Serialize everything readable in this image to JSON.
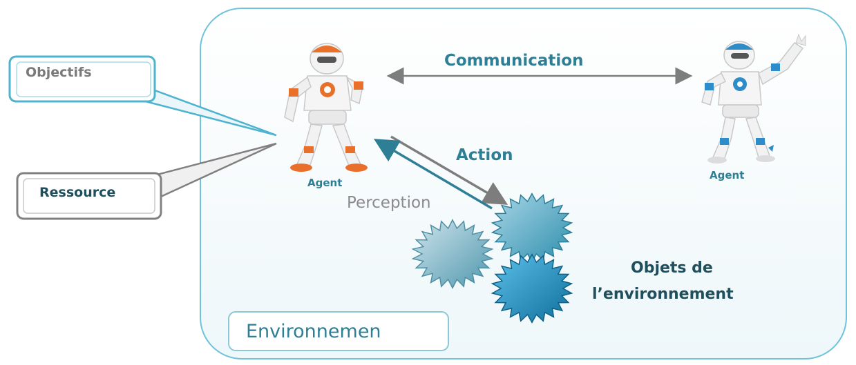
{
  "diagram": {
    "environment_label": "Environnemen",
    "objectives_label": "Objectifs",
    "resource_label": "Ressource",
    "communication_label": "Communication",
    "action_label": "Action",
    "perception_label": "Perception",
    "agent_left_label": "Agent",
    "agent_right_label": "Agent",
    "objects_label_line1": "Objets de",
    "objects_label_line2": "l’environnement"
  },
  "colors": {
    "frame": "#6ec3da",
    "teal_text": "#2e7f95",
    "dark_text": "#1f4e5c",
    "gray": "#8a8a8a",
    "robot_left_accent": "#e8702a",
    "robot_right_accent": "#2e8cc8",
    "star_light": "#5ea9bf",
    "star_mid": "#2d93b8",
    "star_gray": "#9bbac6"
  },
  "icons": {
    "agent_left": "orange-humanoid-robot-icon",
    "agent_right": "blue-humanoid-robot-icon",
    "objects": "starburst-object-icon"
  }
}
